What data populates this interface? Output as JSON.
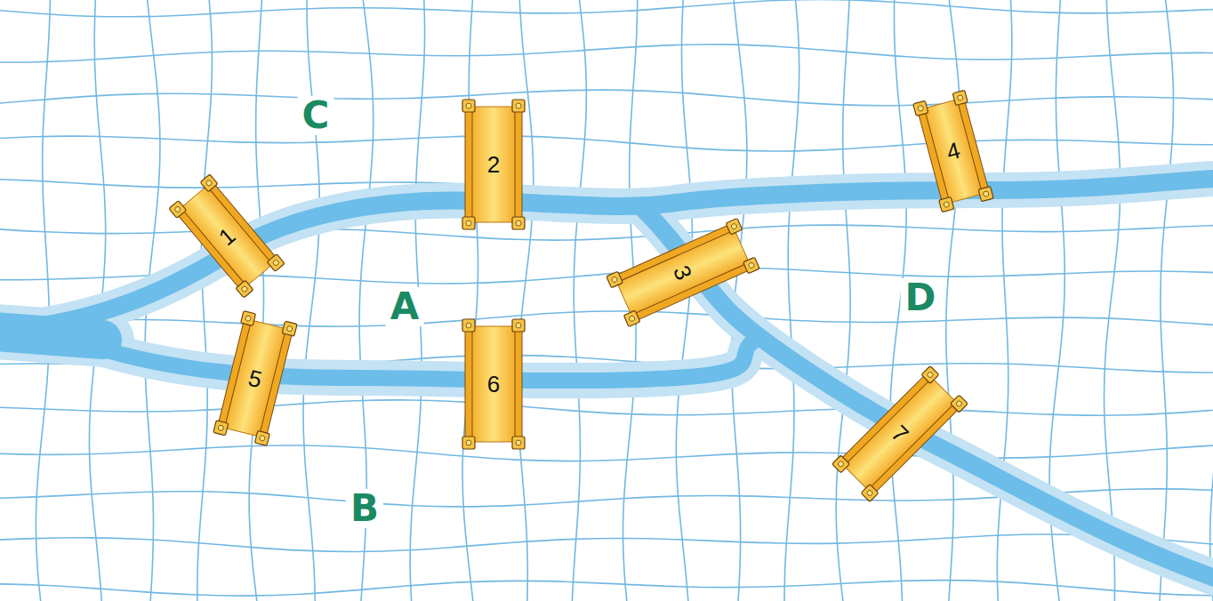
{
  "diagram": {
    "nodes": [
      {
        "text": [
          "1"
        ]
      },
      {
        "text": [
          "2"
        ]
      },
      {
        "text": [
          "3"
        ]
      },
      {
        "text": [
          "4"
        ]
      },
      {
        "text": [
          "5"
        ]
      },
      {
        "text": [
          "6"
        ]
      },
      {
        "text": [
          "7"
        ]
      }
    ],
    "labels": [
      "C",
      "A",
      "D",
      "B"
    ]
  }
}
